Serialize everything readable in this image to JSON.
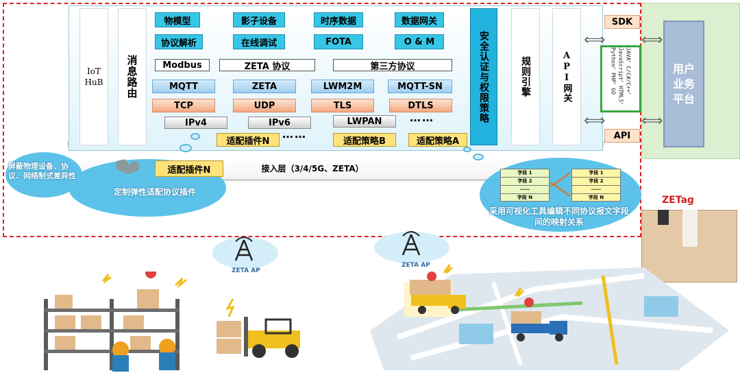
{
  "left_columns": {
    "iot_hub": "IoT\nHuB",
    "message_routing": "消息路由"
  },
  "middle": {
    "row1": [
      "物模型",
      "影子设备",
      "时序数据",
      "数据网关"
    ],
    "row2": [
      "协议解析",
      "在线调试",
      "FOTA",
      "O & M"
    ],
    "row3": [
      "Modbus",
      "ZETA 协议",
      "第三方协议"
    ],
    "row4": [
      "MQTT",
      "ZETA",
      "LWM2M",
      "MQTT-SN"
    ],
    "row5": [
      "TCP",
      "UDP",
      "TLS",
      "DTLS"
    ],
    "row6": [
      "IPv4",
      "IPv6",
      "LWPAN"
    ],
    "row7": [
      "适配插件N",
      "适配策略B",
      "适配策略A"
    ],
    "dots": "……"
  },
  "security": "安全认证与权限策略",
  "rule_engine": "规则引擎",
  "api_gateway": "API网关",
  "sdk": "SDK",
  "api": "API",
  "languages": "JAVA、C/C#/C++、JavaScript、HTML5、Python、PHP、GO",
  "user_platform": "用户业务平台",
  "access_layer": "接入层（3/4/5G、ZETA）",
  "plugin_n": "适配插件N",
  "cloud_left_top": "屏蔽物理设备、协议、网络制式差异性",
  "cloud_left_bottom": "定制弹性适配协议插件",
  "cloud_right": "采用可视化工具编辑不同协议报文字段间的映射关系",
  "mapping_fields": [
    "字段 1",
    "字段 2",
    "……",
    "字段 N"
  ],
  "zetag": "ZETag",
  "zeta_ap": "ZETA AP",
  "colors": {
    "border_red": "#e02020",
    "cyan": "#36c6e6",
    "orange": "#f4a882",
    "yellow": "#ffe27a",
    "user_platform": "#a9bdd8"
  }
}
